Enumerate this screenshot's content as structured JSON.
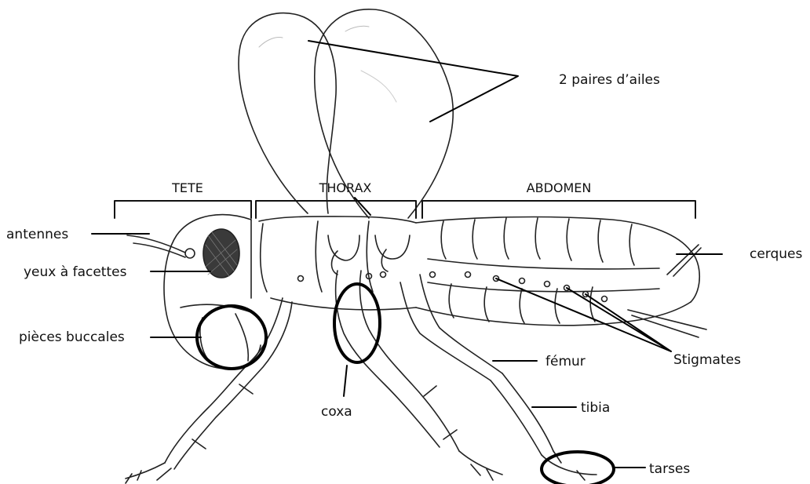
{
  "segments": {
    "head": "TETE",
    "thorax": "THORAX",
    "abdomen": "ABDOMEN"
  },
  "labels": {
    "wings": "2 paires d’ailes",
    "antennae": "antennes",
    "compound_eyes": "yeux à facettes",
    "mouthparts": "pièces buccales",
    "cerci": "cerques",
    "femur": "fémur",
    "spiracles": "Stigmates",
    "coxa": "coxa",
    "tibia": "tibia",
    "tarsi": "tarses"
  }
}
